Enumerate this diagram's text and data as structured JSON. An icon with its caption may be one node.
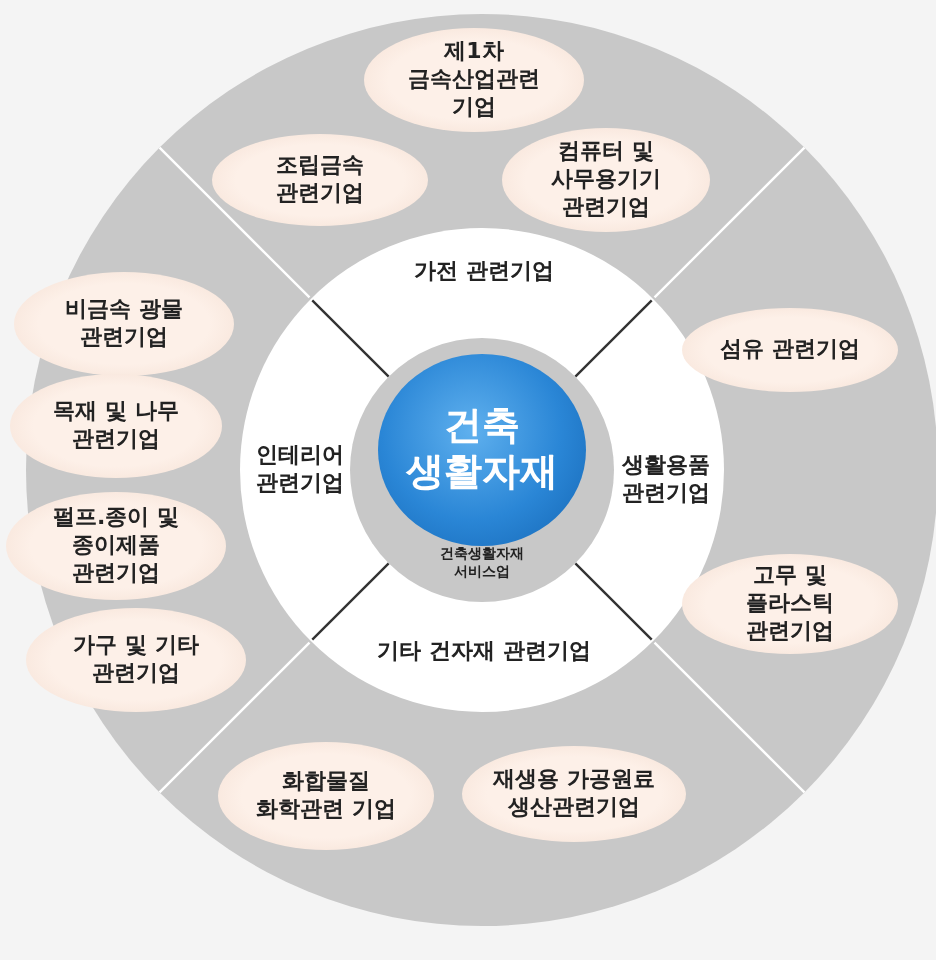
{
  "diagram": {
    "nodes": [
      {
        "text": [
          "건축생활자재 서비스업"
        ]
      },
      {
        "text": [
          "건축 생활자재"
        ],
        "in": 0
      },
      {
        "text": [
          "제1차 금속산업관련 기업"
        ]
      },
      {
        "text": [
          "조립금속 관련기업"
        ]
      },
      {
        "text": [
          "컴퓨터 및 사무용기기 관련기업"
        ]
      },
      {
        "text": [
          "비금속 광물 관련기업"
        ]
      },
      {
        "text": [
          "섬유 관련기업"
        ]
      },
      {
        "text": [
          "목재 및 나무 관련기업"
        ]
      },
      {
        "text": [
          "펄프.종이 및 종이제품 관련기업"
        ]
      },
      {
        "text": [
          "고무 및 플라스틱 관련기업"
        ]
      },
      {
        "text": [
          "가구 및 기타 관련기업"
        ]
      },
      {
        "text": [
          "화합물질 화학관련 기업"
        ]
      },
      {
        "text": [
          "재생용 가공원료 생산관련기업"
        ]
      }
    ],
    "labels": [
      "가전 관련기업",
      "인테리어 관련기업",
      "생활용품 관련기업",
      "기타 건자재 관련기업"
    ]
  }
}
